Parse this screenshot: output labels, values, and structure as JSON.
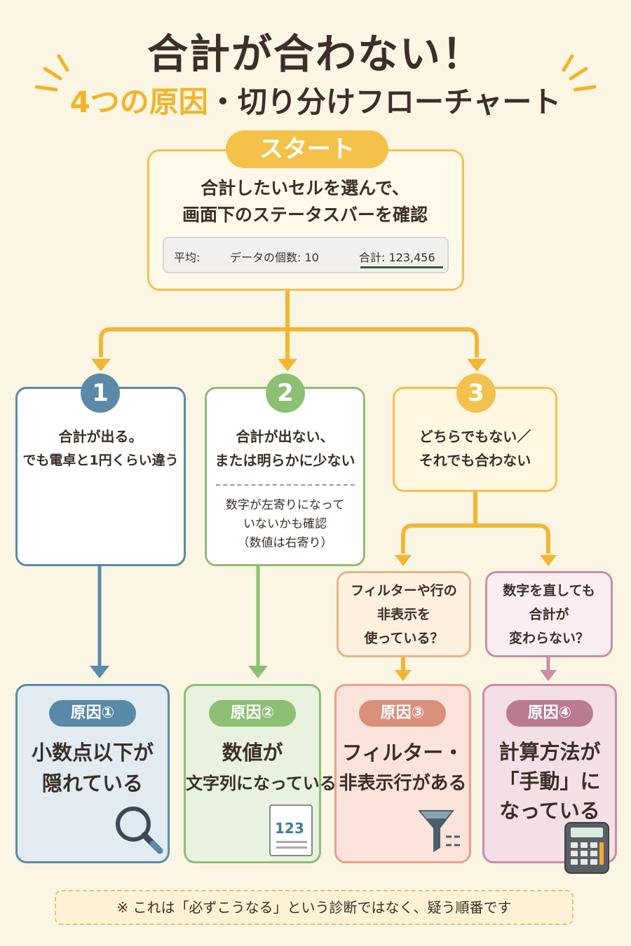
{
  "title": {
    "line1": "合計が合わない！",
    "line2_highlight": "4つの原因",
    "line2_rest": "・切り分けフローチャート"
  },
  "start": {
    "label": "スタート",
    "text_line1": "合計したいセルを選んで、",
    "text_line2": "画面下のステータスバーを確認",
    "statusbar": {
      "average": "平均:",
      "count": "データの個数: 10",
      "sum": "合計: 123,456"
    }
  },
  "branches": [
    {
      "number": "1",
      "color": "#5b8aa8",
      "line1": "合計が出る。",
      "line2": "でも電卓と1円くらい違う"
    },
    {
      "number": "2",
      "color": "#8cbf73",
      "line1": "合計が出ない、",
      "line2": "または明らかに少ない",
      "note_line1": "数字が左寄りになって",
      "note_line2": "いないかも確認",
      "note_line3": "（数値は右寄り）"
    },
    {
      "number": "3",
      "color": "#f2c14e",
      "line1": "どちらでもない／",
      "line2": "それでも合わない"
    }
  ],
  "sub_questions": [
    {
      "line1": "フィルターや行の",
      "line2": "非表示を",
      "line3": "使っている？"
    },
    {
      "line1": "数字を直しても",
      "line2": "合計が",
      "line3": "変わらない？"
    }
  ],
  "causes": [
    {
      "label": "原因①",
      "color": "#5b8aa8",
      "line1": "小数点以下が",
      "line2": "隠れている",
      "icon": "magnifier-icon"
    },
    {
      "label": "原因②",
      "color": "#8cbf73",
      "line1": "数値が",
      "line2": "文字列になっている",
      "icon": "document-123-icon",
      "icon_text": "123"
    },
    {
      "label": "原因③",
      "color": "#d8907a",
      "line1": "フィルター・",
      "line2": "非表示行がある",
      "icon": "funnel-icon"
    },
    {
      "label": "原因④",
      "color": "#b97a92",
      "line1": "計算方法が",
      "line2": "「手動」に",
      "line3": "なっている",
      "icon": "calculator-icon"
    }
  ],
  "footer": "※ これは「必ずこうなる」という診断ではなく、疑う順番です"
}
